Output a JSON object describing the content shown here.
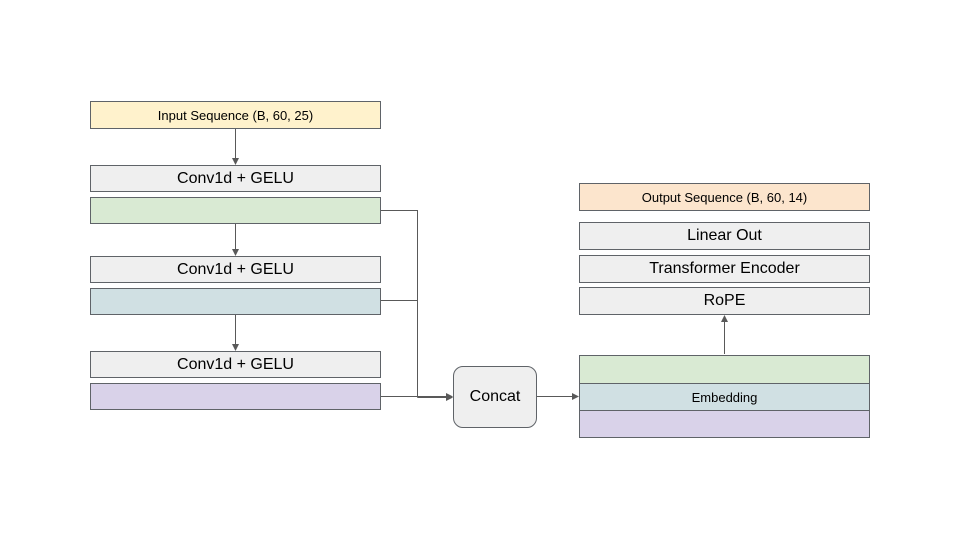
{
  "diagram": {
    "input": {
      "label": "Input Sequence (B, 60, 25)",
      "color": "#fff2cc"
    },
    "conv_blocks": [
      {
        "label": "Conv1d + GELU",
        "feature_color": "#d9ead3"
      },
      {
        "label": "Conv1d + GELU",
        "feature_color": "#d0e0e3"
      },
      {
        "label": "Conv1d + GELU",
        "feature_color": "#d9d2e9"
      }
    ],
    "concat": {
      "label": "Concat"
    },
    "embedding": {
      "label": "Embedding",
      "colors": [
        "#d9ead3",
        "#d0e0e3",
        "#d9d2e9"
      ]
    },
    "stack": {
      "rope": "RoPE",
      "encoder": "Transformer Encoder",
      "linear": "Linear Out"
    },
    "output": {
      "label": "Output Sequence (B, 60, 14)",
      "color": "#fce5cd"
    },
    "block_gray": "#efefef",
    "line_color": "#595959"
  }
}
